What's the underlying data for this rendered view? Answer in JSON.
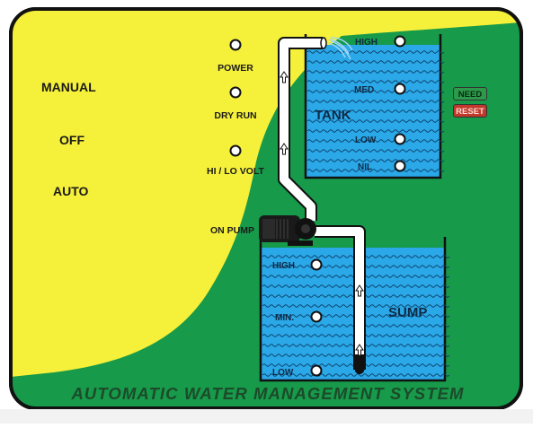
{
  "panel": {
    "footer_title": "AUTOMATIC WATER MANAGEMENT SYSTEM"
  },
  "mode_labels": {
    "manual": "MANUAL",
    "off": "OFF",
    "auto": "AUTO"
  },
  "indicators": {
    "power": "POWER",
    "dry_run": "DRY RUN",
    "hi_lo_volt": "HI / LO VOLT",
    "on_pump": "ON PUMP"
  },
  "tank": {
    "label": "TANK",
    "levels": {
      "high": "HIGH",
      "med": "MED",
      "low": "LOW",
      "nil": "NIL"
    }
  },
  "sump": {
    "label": "SUMP",
    "levels": {
      "high": "HIGH",
      "min": "MIN.",
      "low": "LOW"
    }
  },
  "buttons": {
    "need": "NEED",
    "reset": "RESET"
  },
  "colors": {
    "panel_green": "#179a4a",
    "panel_yellow": "#f5f03a",
    "water_blue": "#2aa8e8",
    "pipe_white": "#ffffff",
    "outline": "#141414"
  }
}
